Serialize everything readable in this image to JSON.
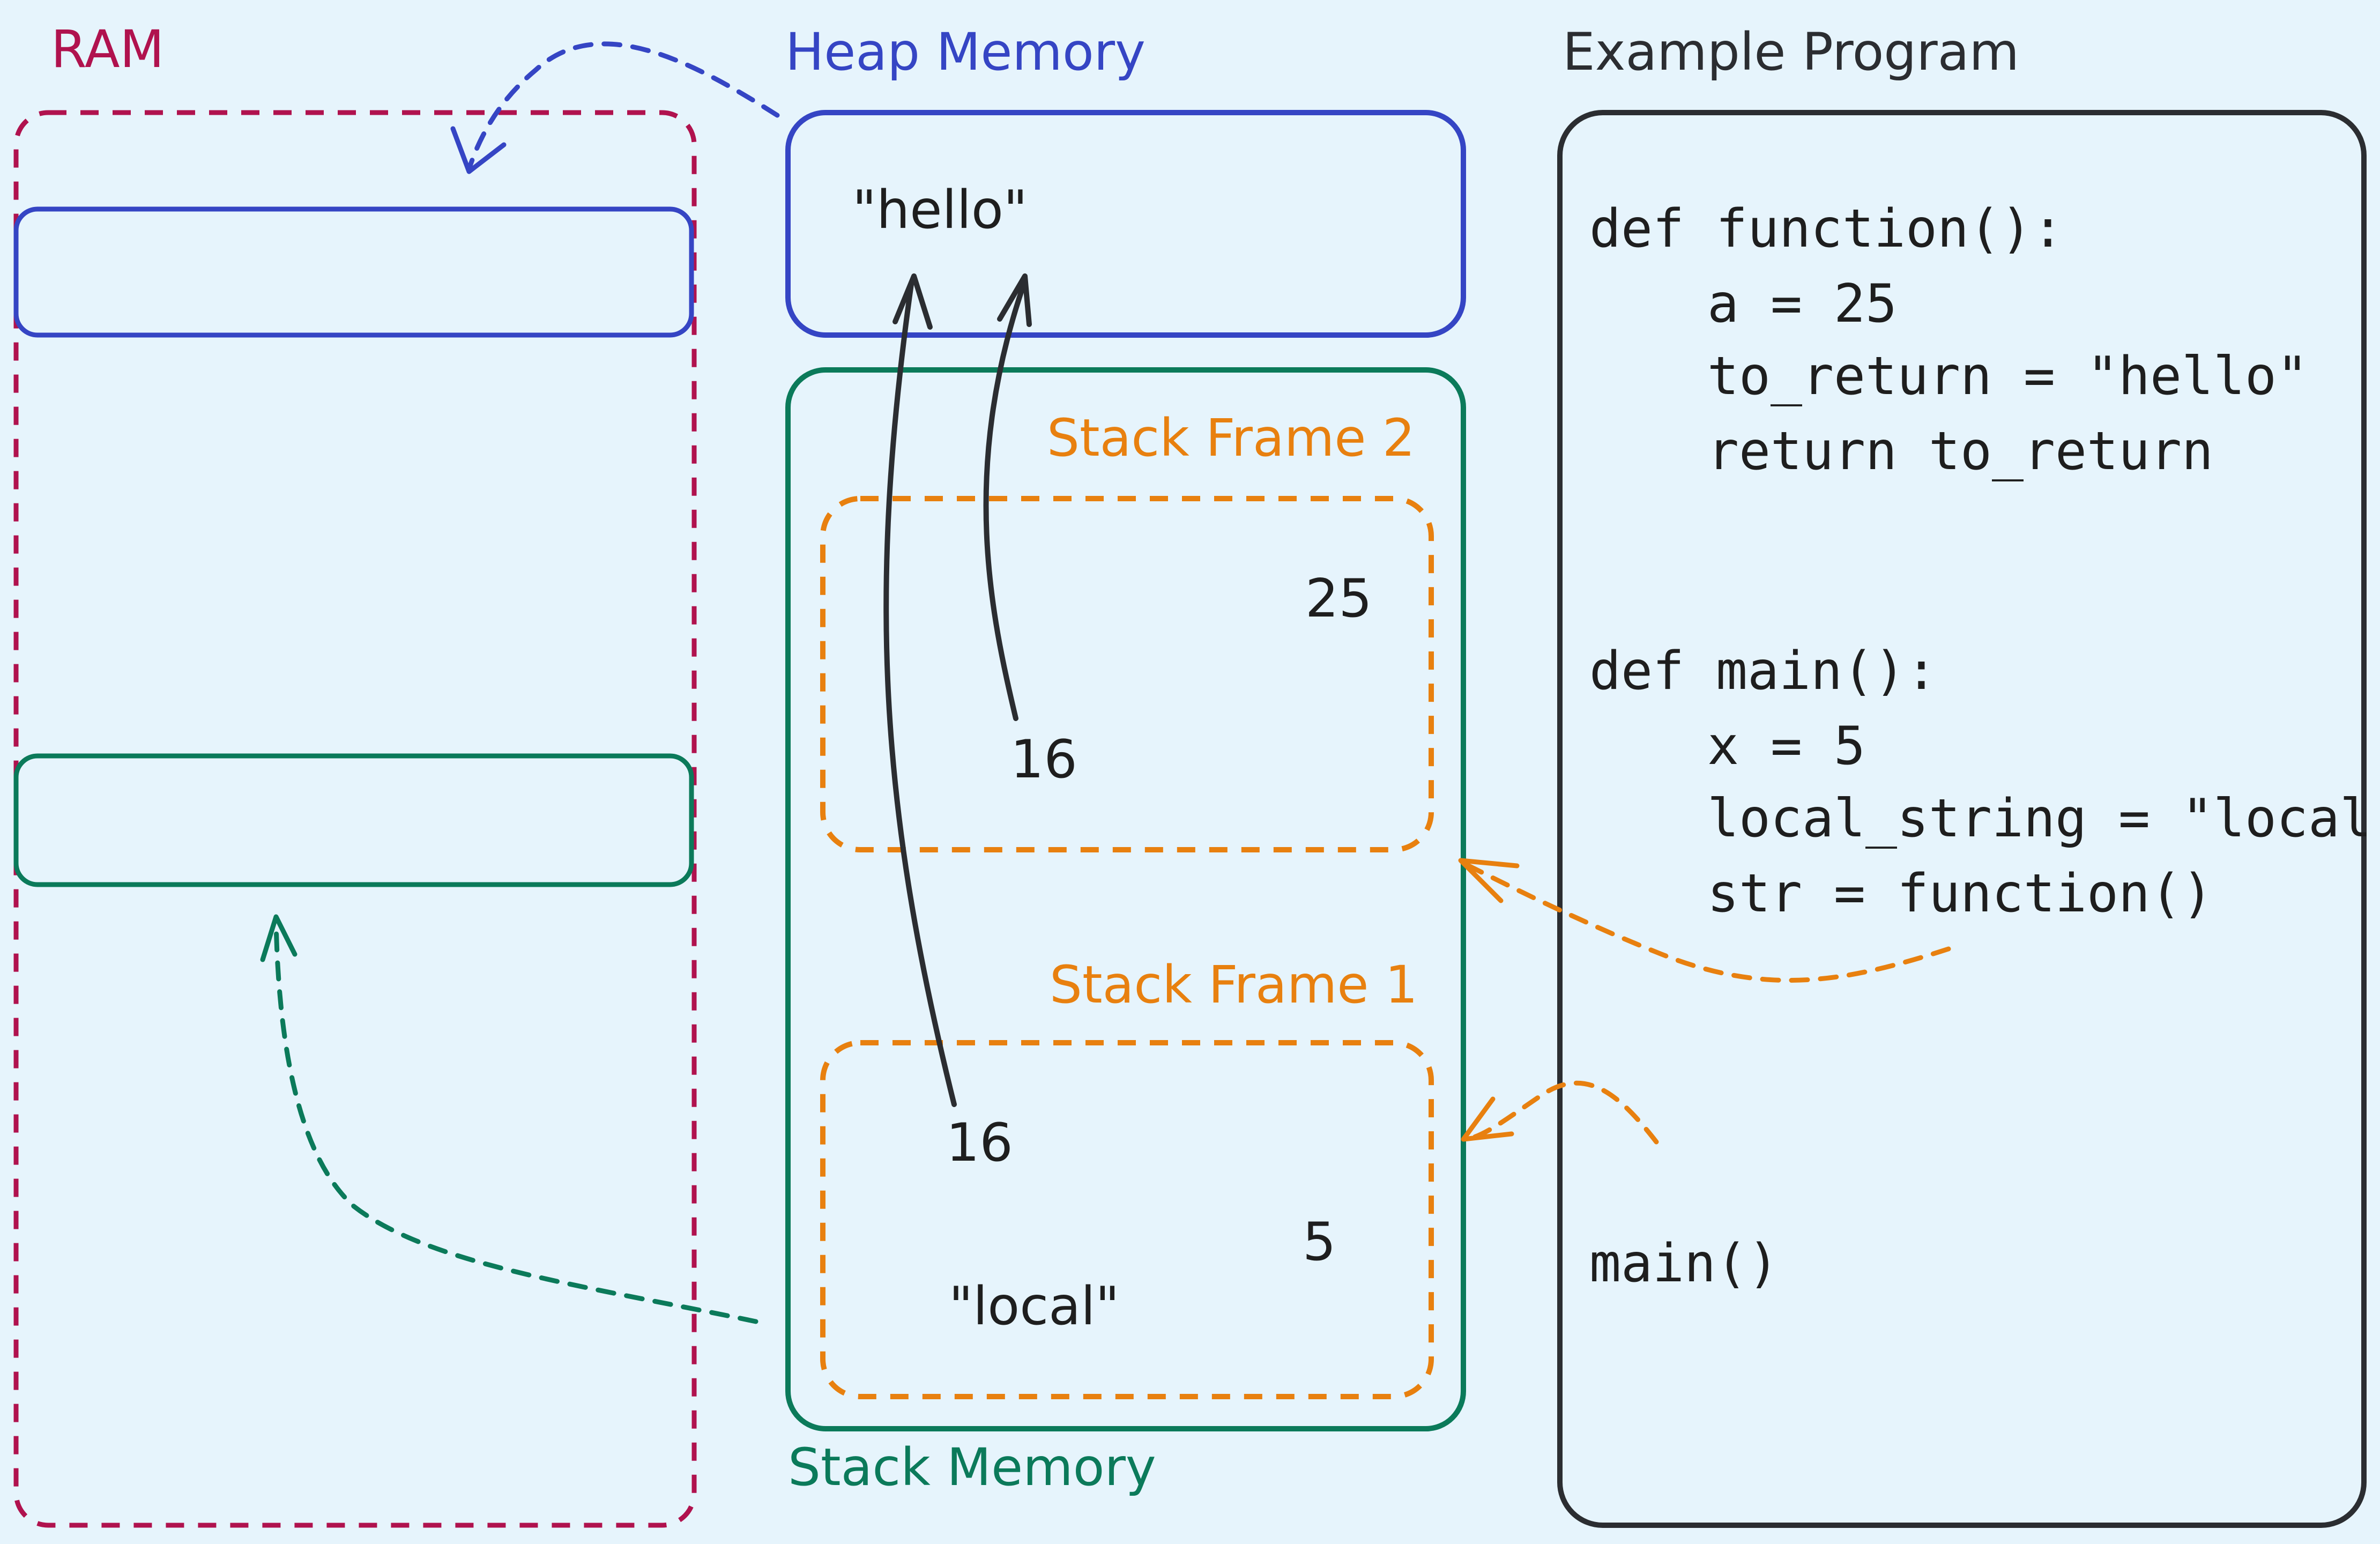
{
  "colors": {
    "background": "#e6f4fc",
    "ram": "#b0124e",
    "heap": "#3545c4",
    "stack": "#0b7a5a",
    "frame": "#e8800f",
    "ink": "#2b2d31"
  },
  "labels": {
    "ram": "RAM",
    "heap": "Heap Memory",
    "stack": "Stack Memory",
    "program": "Example Program",
    "frame2": "Stack Frame 2",
    "frame1": "Stack Frame 1"
  },
  "heap": {
    "hello": "\"hello\""
  },
  "frame2": {
    "a_value": "25",
    "ref_value": "16"
  },
  "frame1": {
    "ref_value": "16",
    "x_value": "5",
    "local_value": "\"local\""
  },
  "program": {
    "lines": [
      "def function():",
      "a = 25",
      "to_return = \"hello\"",
      "return to_return",
      "def main():",
      "x = 5",
      "local_string = \"local\"",
      "str = function()",
      "main()"
    ]
  }
}
